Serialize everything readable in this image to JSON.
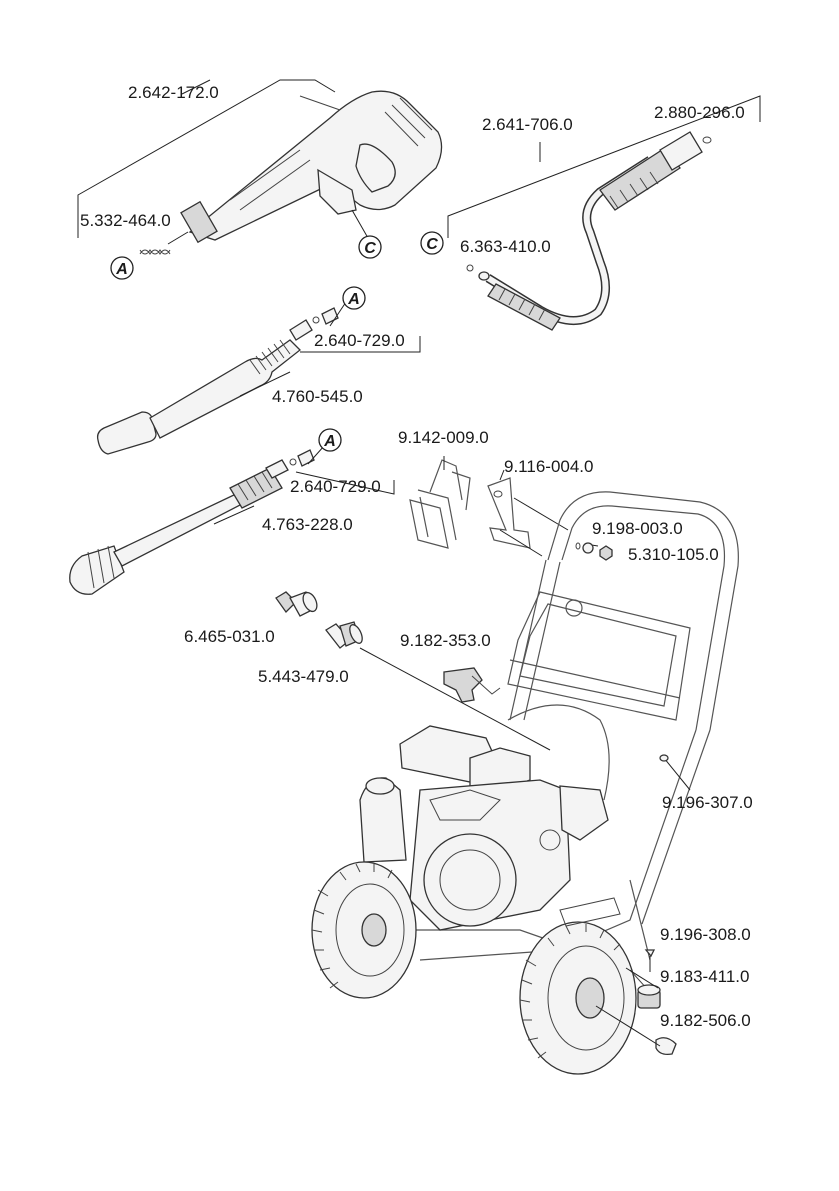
{
  "part_numbers": {
    "trigger_gun": "2.642-172.0",
    "hose": "2.641-706.0",
    "hose_oring": "2.880-296.0",
    "gun_spring": "5.332-464.0",
    "hose_oring_small": "6.363-410.0",
    "adapter_lance": "2.640-729.0",
    "lance_nozzle": "4.760-545.0",
    "adapter_turbo": "2.640-729.0",
    "turbo_lance": "4.763-228.0",
    "holder_bracket": "9.142-009.0",
    "hose_hook": "9.116-004.0",
    "washer": "9.198-003.0",
    "nut": "5.310-105.0",
    "coupling_a": "6.465-031.0",
    "coupling_b": "5.443-479.0",
    "knob": "9.182-353.0",
    "screw": "9.196-307.0",
    "foot_screw": "9.196-308.0",
    "foot_rubber": "9.183-411.0",
    "foot_cap": "9.182-506.0"
  },
  "refs": {
    "a": "A",
    "c": "C"
  }
}
